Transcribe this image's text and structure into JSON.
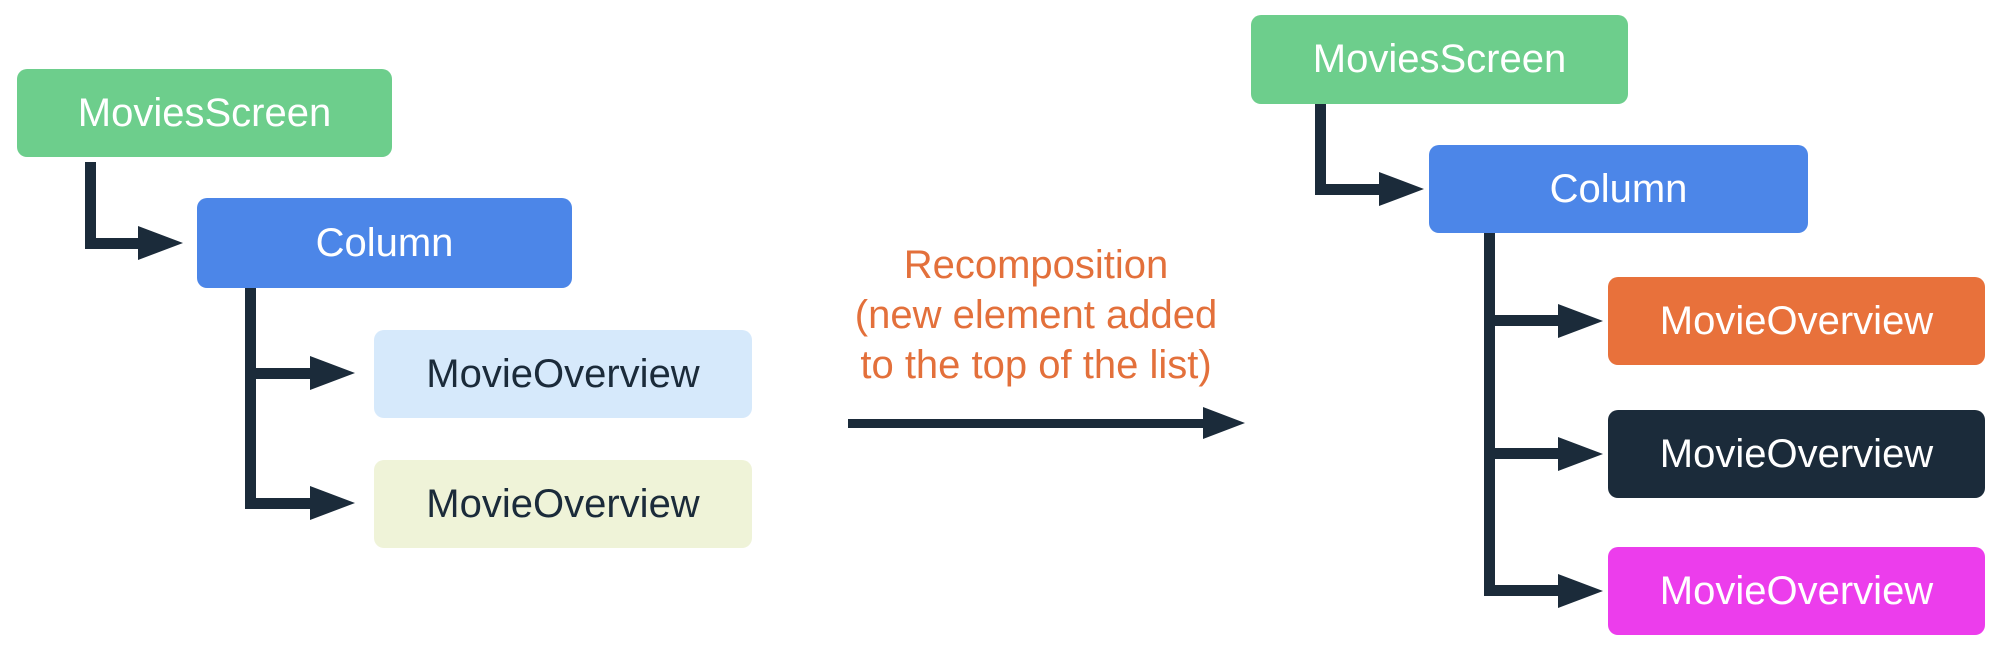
{
  "colors": {
    "connector": "#1B2B3A",
    "green": "#6DCE8C",
    "blue": "#4C86E8",
    "light_blue": "#D6E9FB",
    "cream": "#EFF3D8",
    "orange": "#E8713B",
    "navy": "#1B2B3A",
    "magenta": "#EC3DEC",
    "white": "#FFFFFF",
    "dark_text": "#1B2B3A"
  },
  "left_tree": {
    "nodes": [
      {
        "label": "MoviesScreen",
        "bg": "#6DCE8C",
        "fg": "#FFFFFF"
      },
      {
        "label": "Column",
        "bg": "#4C86E8",
        "fg": "#FFFFFF"
      },
      {
        "label": "MovieOverview",
        "bg": "#D6E9FB",
        "fg": "#1B2B3A"
      },
      {
        "label": "MovieOverview",
        "bg": "#EFF3D8",
        "fg": "#1B2B3A"
      }
    ]
  },
  "transition": {
    "lines": [
      "Recomposition",
      "(new element added",
      "to the top of the list)"
    ],
    "color": "#E3703B"
  },
  "right_tree": {
    "nodes": [
      {
        "label": "MoviesScreen",
        "bg": "#6DCE8C",
        "fg": "#FFFFFF"
      },
      {
        "label": "Column",
        "bg": "#4C86E8",
        "fg": "#FFFFFF"
      },
      {
        "label": "MovieOverview",
        "bg": "#E8713B",
        "fg": "#FFFFFF"
      },
      {
        "label": "MovieOverview",
        "bg": "#1B2B3A",
        "fg": "#FFFFFF"
      },
      {
        "label": "MovieOverview",
        "bg": "#EC3DEC",
        "fg": "#FFFFFF"
      }
    ]
  }
}
